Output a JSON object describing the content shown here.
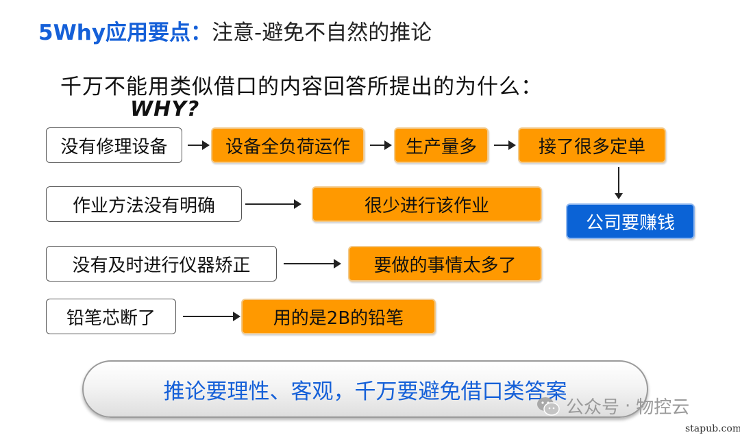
{
  "title": {
    "brand": "5Why",
    "main": "应用要点",
    "separator": "：",
    "sub": "注意-避免不自然的推论"
  },
  "subtitle": "千万不能用类似借口的内容回答所提出的为什么：",
  "why_label": "WHY?",
  "rows": [
    {
      "cause": "没有修理设备",
      "chain": [
        "设备全负荷运作",
        "生产量多",
        "接了很多定单"
      ]
    },
    {
      "cause": "作业方法没有明确",
      "answer": "很少进行该作业"
    },
    {
      "cause": "没有及时进行仪器矫正",
      "answer": "要做的事情太多了"
    },
    {
      "cause": "铅笔芯断了",
      "answer": "用的是2B的铅笔"
    }
  ],
  "result": "公司要赚钱",
  "conclusion": "推论要理性、客观，千万要避免借口类答案",
  "watermark": {
    "channel": "公众号",
    "dot": "·",
    "name": "物控云"
  },
  "site": "stapub.com",
  "colors": {
    "accent_blue": "#1560d8",
    "orange": "#ff9900",
    "result_blue": "#0b63d6"
  }
}
